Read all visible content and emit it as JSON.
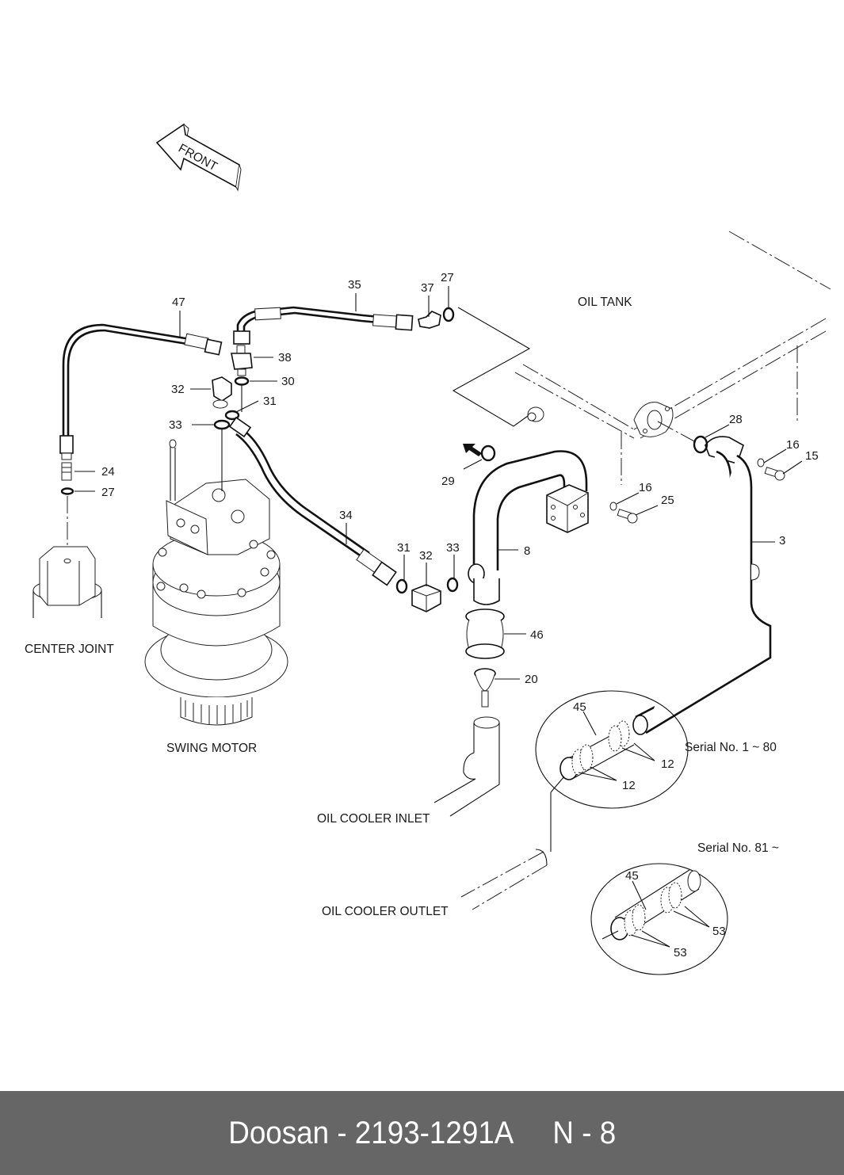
{
  "diagram": {
    "type": "exploded parts diagram",
    "front_arrow_label": "FRONT",
    "component_labels": {
      "oil_tank": "OIL TANK",
      "center_joint": "CENTER JOINT",
      "swing_motor": "SWING MOTOR",
      "oil_cooler_inlet": "OIL COOLER INLET",
      "oil_cooler_outlet": "OIL COOLER OUTLET"
    },
    "detail_views": [
      {
        "caption": "Serial No. 1 ~ 80",
        "parts": [
          "45",
          "12",
          "12"
        ]
      },
      {
        "caption": "Serial No. 81 ~",
        "parts": [
          "45",
          "53",
          "53"
        ]
      }
    ],
    "part_numbers": {
      "p47": "47",
      "p35": "35",
      "p37": "37",
      "p27a": "27",
      "p38": "38",
      "p30": "30",
      "p32a": "32",
      "p31a": "31",
      "p33a": "33",
      "p24": "24",
      "p27b": "27",
      "p34": "34",
      "p31b": "31",
      "p32b": "32",
      "p33b": "33",
      "p8": "8",
      "p29": "29",
      "p28": "28",
      "p16a": "16",
      "p15": "15",
      "p16b": "16",
      "p25": "25",
      "p3": "3",
      "p46": "46",
      "p20": "20",
      "d1_45": "45",
      "d1_12a": "12",
      "d1_12b": "12",
      "d2_45": "45",
      "d2_53a": "53",
      "d2_53b": "53"
    }
  },
  "footer": {
    "text": "Doosan - 2193-1291A     N - 8",
    "background": "#666666",
    "color": "#ffffff"
  }
}
